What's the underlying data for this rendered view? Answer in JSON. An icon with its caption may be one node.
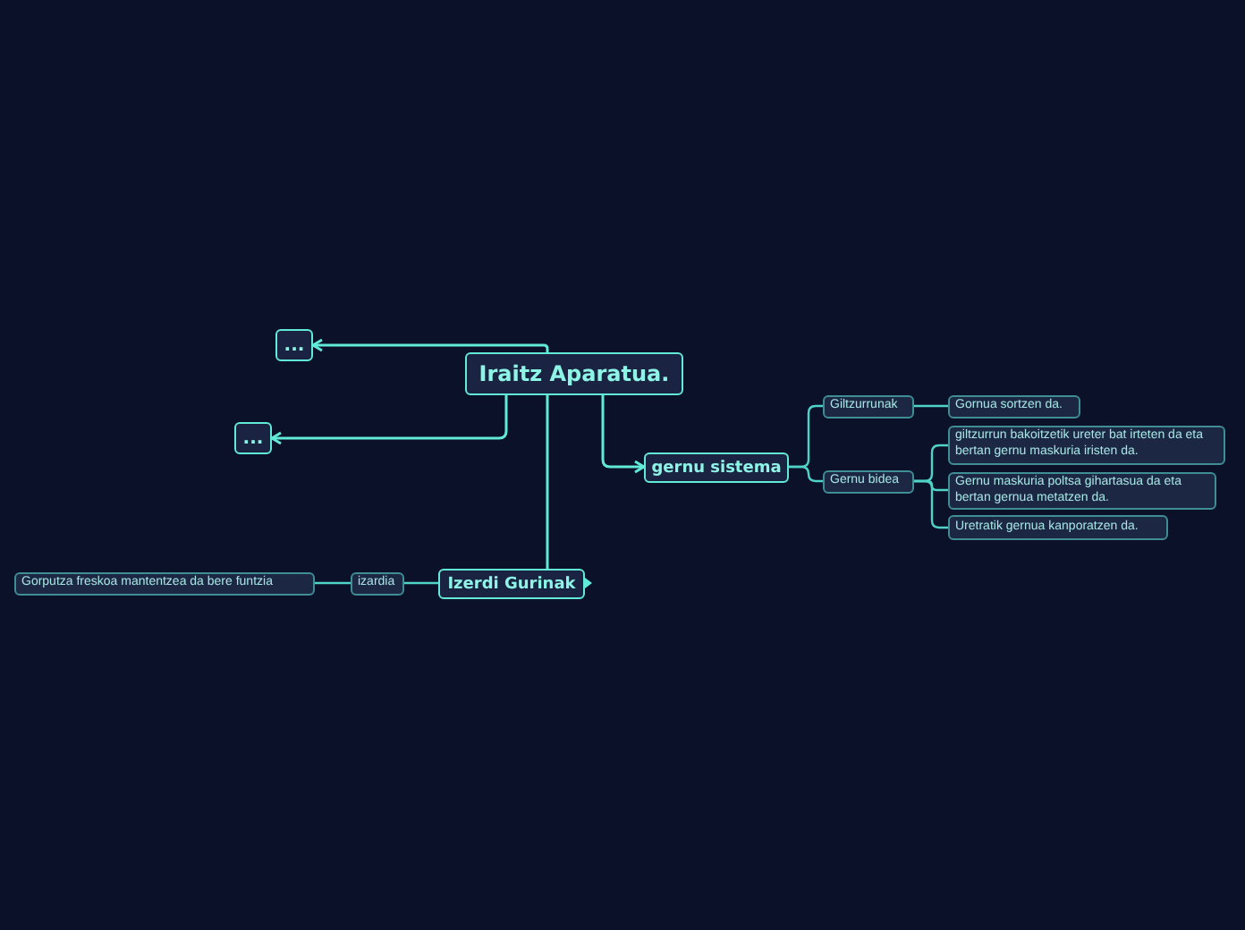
{
  "diagram": {
    "nodes": [
      {
        "text": [
          "Iraitz Aparatua."
        ]
      },
      {
        "text": [
          "..."
        ]
      },
      {
        "text": [
          "..."
        ]
      },
      {
        "text": [
          "gernu sistema"
        ]
      },
      {
        "text": [
          "Giltzurrunak"
        ]
      },
      {
        "text": [
          "Gornua sortzen da."
        ]
      },
      {
        "text": [
          "Gernu bidea"
        ]
      },
      {
        "text": [
          "giltzurrun bakoitzetik ureter bat irteten da eta bertan gernu maskuria iristen da."
        ]
      },
      {
        "text": [
          "Gernu maskuria poltsa gihartasua da eta bertan gernua metatzen da."
        ]
      },
      {
        "text": [
          "Uretratik gernua kanporatzen da."
        ]
      },
      {
        "text": [
          "Izerdi Gurinak"
        ]
      },
      {
        "text": [
          "izardia"
        ]
      },
      {
        "text": [
          "Gorputza freskoa mantentzea da bere funtzia"
        ]
      }
    ],
    "edges": [
      {
        "from": 0,
        "to": 1,
        "arrow": "to"
      },
      {
        "from": 0,
        "to": 2,
        "arrow": "to"
      },
      {
        "from": 0,
        "to": 3,
        "arrow": "to"
      },
      {
        "from": 0,
        "to": 10,
        "arrow": "none"
      },
      {
        "from": 3,
        "to": 4,
        "arrow": "none"
      },
      {
        "from": 3,
        "to": 6,
        "arrow": "none"
      },
      {
        "from": 4,
        "to": 5,
        "arrow": "none"
      },
      {
        "from": 6,
        "to": 7,
        "arrow": "none"
      },
      {
        "from": 6,
        "to": 8,
        "arrow": "none"
      },
      {
        "from": 6,
        "to": 9,
        "arrow": "none"
      },
      {
        "from": 10,
        "to": 11,
        "arrow": "none"
      },
      {
        "from": 11,
        "to": 12,
        "arrow": "none"
      }
    ]
  }
}
